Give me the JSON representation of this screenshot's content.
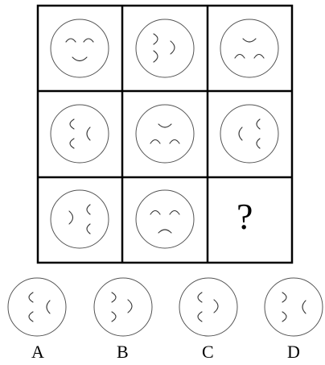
{
  "puzzle": {
    "question_mark": "?",
    "grid_cells": [
      {
        "id": "r1c1",
        "features": "smile-eyes-up-mouth"
      },
      {
        "id": "r1c2",
        "features": "right-facing-eyes-mouth"
      },
      {
        "id": "r1c3",
        "features": "frown-eyes-down-mouth"
      },
      {
        "id": "r2c1",
        "features": "left-facing-eyes-mouth"
      },
      {
        "id": "r2c2",
        "features": "frown-eyes-down-mouth"
      },
      {
        "id": "r2c3",
        "features": "right-facing-swapped"
      },
      {
        "id": "r3c1",
        "features": "right-facing-eyes-mouth"
      },
      {
        "id": "r3c2",
        "features": "sad-face"
      },
      {
        "id": "r3c3",
        "features": "missing"
      }
    ],
    "options": [
      {
        "label": "A"
      },
      {
        "label": "B"
      },
      {
        "label": "C"
      },
      {
        "label": "D"
      }
    ]
  }
}
